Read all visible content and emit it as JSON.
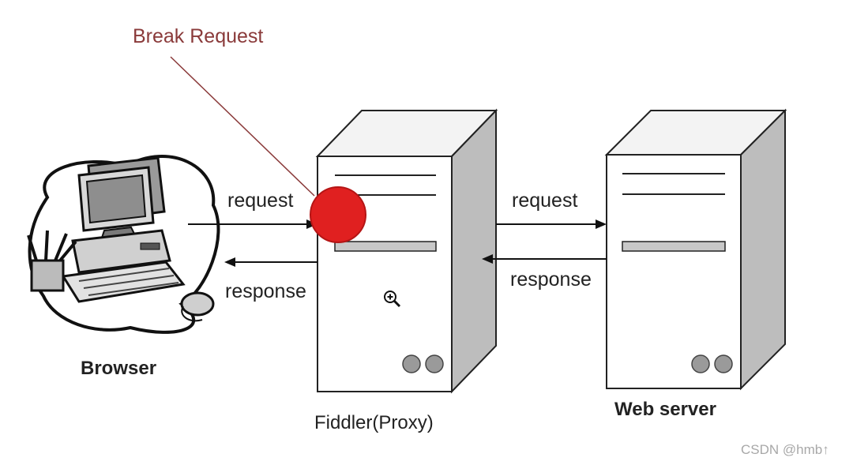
{
  "annotation": {
    "break_label": "Break Request",
    "marker_color": "#e02020",
    "line_color": "#8a3a3a"
  },
  "arrows": {
    "left_request": "request",
    "left_response": "response",
    "right_request": "request",
    "right_response": "response"
  },
  "nodes": {
    "browser": "Browser",
    "proxy": "Fiddler(Proxy)",
    "server": "Web server"
  },
  "watermark": "CSDN @hmb↑",
  "icons": {
    "cursor": "zoom-in-icon"
  }
}
